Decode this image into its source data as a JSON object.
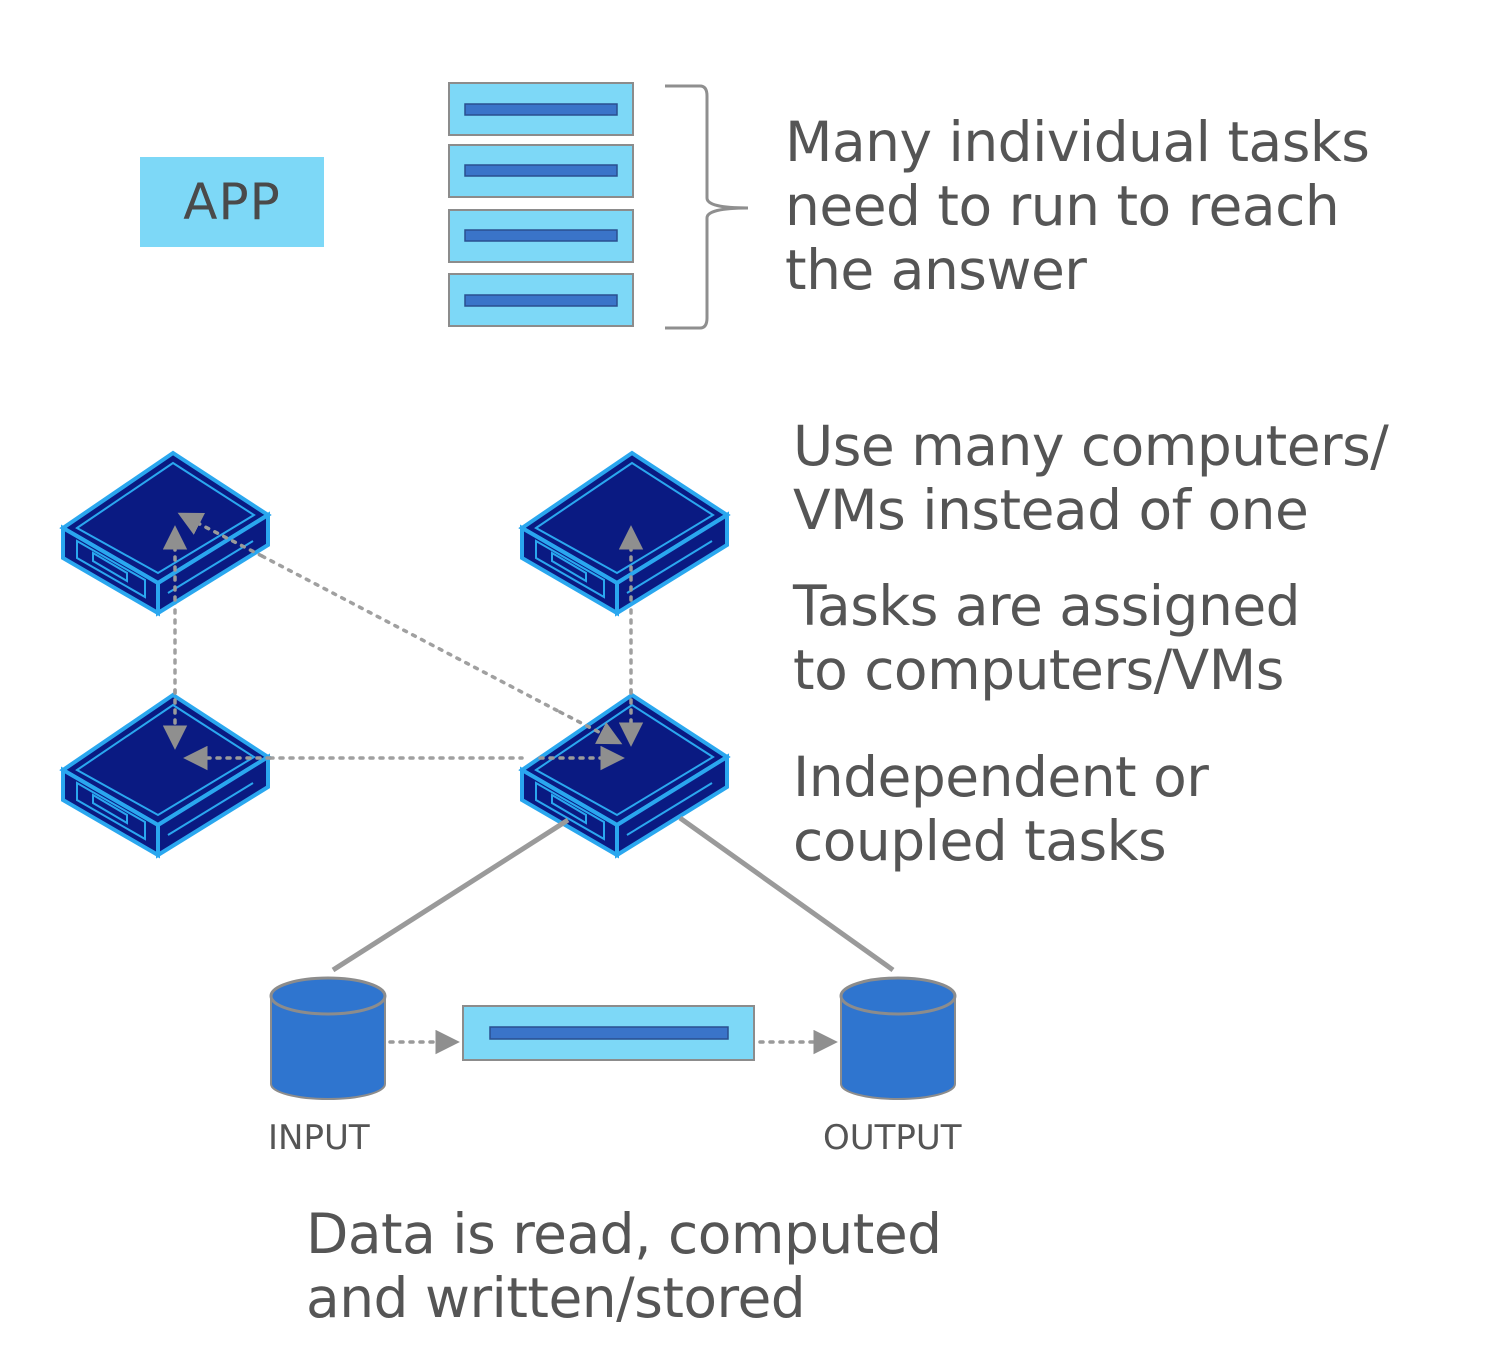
{
  "app_label": "APP",
  "tasks_caption": {
    "lines": [
      "Many individual tasks",
      "need to run to reach",
      "the answer"
    ]
  },
  "vms_caption": {
    "lines": [
      "Use many computers/",
      "VMs instead of one"
    ]
  },
  "assign_caption": {
    "lines": [
      "Tasks are assigned",
      "to computers/VMs"
    ]
  },
  "coupling_caption": {
    "lines": [
      "Independent or",
      "coupled tasks"
    ]
  },
  "input_label": "INPUT",
  "output_label": "OUTPUT",
  "data_caption": {
    "lines": [
      "Data is read, computed",
      "and written/stored"
    ]
  },
  "colors": {
    "task_fill": "#7dd8f7",
    "task_bar": "#3a74c9",
    "server_top": "#0a1a82",
    "server_edge": "#2aa7ef",
    "cylinder": "#2f75cf",
    "connector": "#999999",
    "text": "#555555"
  }
}
